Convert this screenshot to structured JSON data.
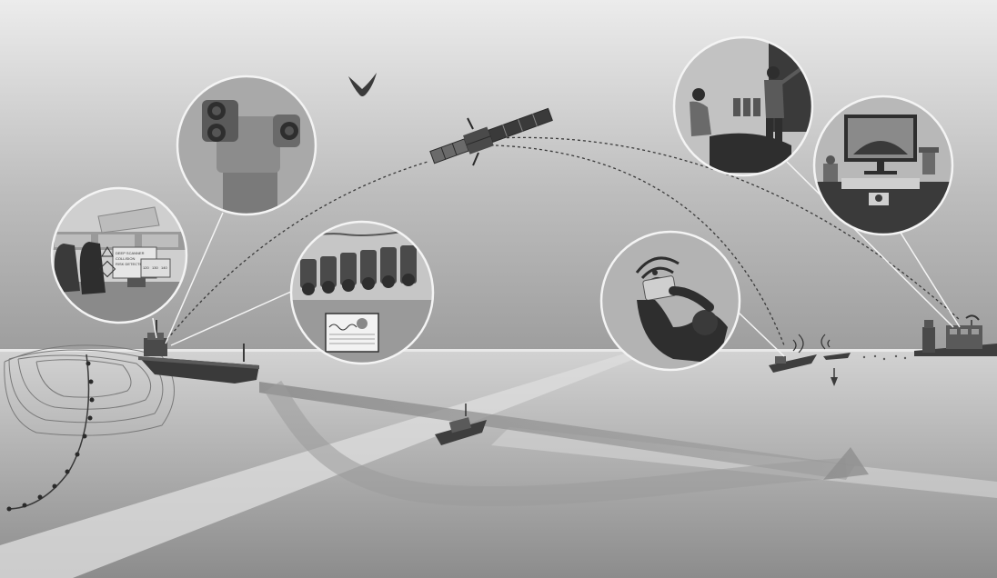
{
  "scene": {
    "palette": {
      "sky_top": "#e6e6e6",
      "sky_bottom": "#9a9a9a",
      "sea_near": "#8e8e8e",
      "sea_far": "#d4d4d4",
      "dark": "#2e2e2e",
      "mid": "#6b6b6b",
      "light": "#d9d9d9",
      "circle_border": "#f4f4f4"
    },
    "bridge_panel": {
      "line1": "DEEP SCANNER",
      "line2": "COLLISION",
      "line3": "RISK DETECTED",
      "readout1": "120",
      "readout2": "130",
      "readout3": "140"
    }
  }
}
